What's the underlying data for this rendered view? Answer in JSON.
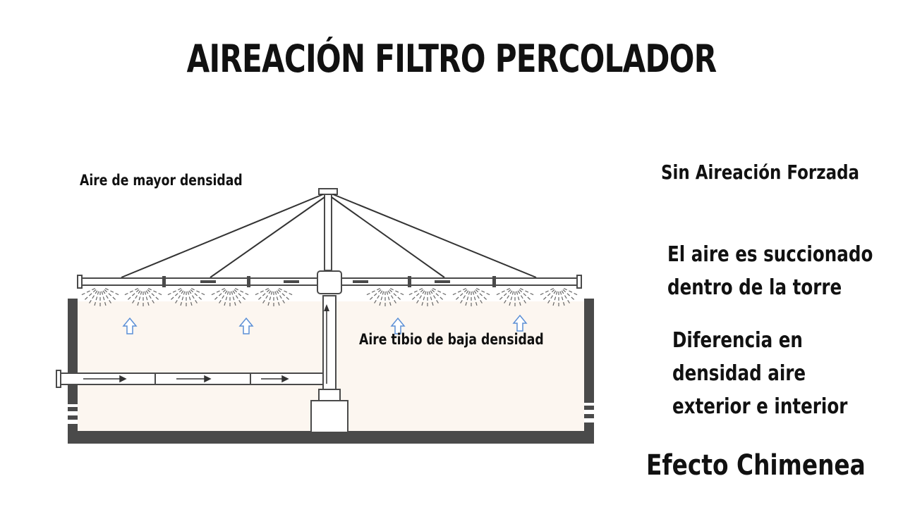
{
  "title": "AIREACIÓN FILTRO PERCOLADOR",
  "labels": {
    "air_high_density": "Aire de mayor densidad",
    "air_low_density": "Aire tibio de baja densidad"
  },
  "side_notes": {
    "heading": "Sin Aireación Forzada",
    "point_1": [
      "El aire es succionado",
      "dentro de la torre"
    ],
    "point_2": [
      "Diferencia en",
      "densidad aire",
      "exterior e interior"
    ],
    "conclusion": "Efecto Chimenea"
  },
  "colors": {
    "tank_fill": "#fcf6f0",
    "structure": "#4a4a4a",
    "arrow": "#5b8fd6",
    "text": "#111111"
  }
}
